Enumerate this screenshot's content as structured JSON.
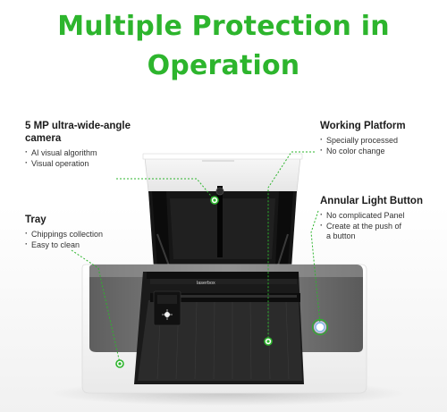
{
  "headline": {
    "line1": "Multiple Protection in",
    "line2": "Operation"
  },
  "callouts": {
    "camera": {
      "title_line1": "5 MP ultra-wide-angle",
      "title_line2": "camera",
      "bullets": [
        "AI visual algorithm",
        "Visual operation"
      ]
    },
    "platform": {
      "title": "Working Platform",
      "bullets": [
        "Specially processed",
        "No color change"
      ]
    },
    "tray": {
      "title": "Tray",
      "bullets": [
        "Chippings collection",
        "Easy to clean"
      ]
    },
    "light": {
      "title": "Annular Light Button",
      "bullets": [
        "No complicated Panel",
        "Create at the push of",
        "a button"
      ]
    }
  },
  "device": {
    "brand": "laserbox"
  },
  "colors": {
    "accent": "#2db52d",
    "body_white": "#f4f4f4",
    "body_gray": "#6e6e6e",
    "lid_dark": "#141414"
  }
}
